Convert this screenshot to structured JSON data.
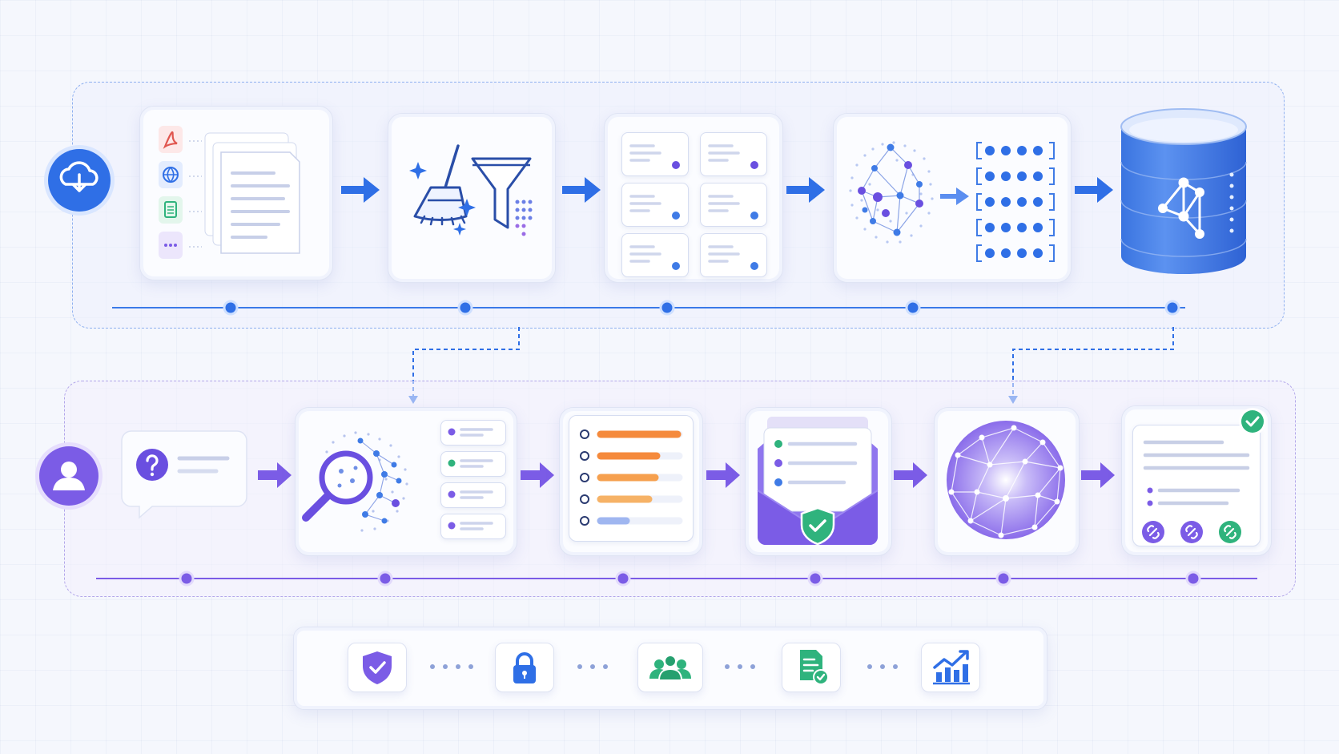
{
  "diagram": {
    "top_lane": {
      "label": "",
      "start_icon": "cloud-download-icon",
      "steps": [
        {
          "name": "document-sources",
          "icons": [
            "pdf-file-icon",
            "web-globe-icon",
            "spreadsheet-file-icon",
            "other-file-icon",
            "stacked-documents-icon"
          ]
        },
        {
          "name": "cleaning-filtering",
          "icons": [
            "broom-icon",
            "sparkle-icon",
            "funnel-icon"
          ]
        },
        {
          "name": "chunking",
          "icons": [
            "chunk-card-icon"
          ]
        },
        {
          "name": "embedding",
          "icons": [
            "point-cloud-icon",
            "vector-array-icon"
          ]
        },
        {
          "name": "vector-store",
          "icons": [
            "database-icon",
            "graph-network-icon"
          ]
        }
      ]
    },
    "bottom_lane": {
      "label": "",
      "start_icon": "user-icon",
      "steps": [
        {
          "name": "user-question",
          "icons": [
            "question-bubble-icon"
          ]
        },
        {
          "name": "retrieval",
          "icons": [
            "magnifier-icon",
            "point-cloud-icon",
            "retrieved-list-icon"
          ]
        },
        {
          "name": "reranking",
          "icons": [
            "ranked-bars-icon"
          ]
        },
        {
          "name": "context-assembly",
          "icons": [
            "envelope-icon",
            "shield-check-icon"
          ]
        },
        {
          "name": "generation",
          "icons": [
            "knowledge-sphere-icon"
          ]
        },
        {
          "name": "answer-with-citations",
          "icons": [
            "answer-document-icon",
            "check-badge-icon",
            "link-icon"
          ]
        }
      ]
    },
    "footer_icons": [
      "shield-check-icon",
      "lock-icon",
      "users-icon",
      "compliance-document-icon",
      "growth-chart-icon"
    ],
    "colors": {
      "top_accent": "#2f6fe6",
      "bottom_accent": "#7b5ce6",
      "orange_bar": "#f58a3c",
      "green": "#2fb37d",
      "red": "#e0564f"
    }
  }
}
